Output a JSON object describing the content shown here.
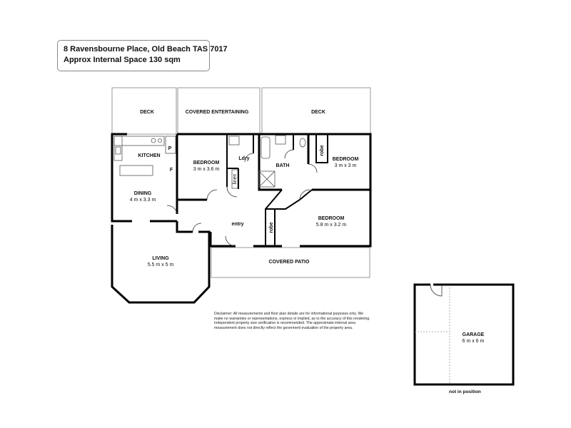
{
  "header": {
    "address": "8 Ravensbourne Place, Old Beach TAS 7017",
    "internal_space": "Approx Internal Space 130 sqm"
  },
  "rooms": {
    "deck_left": "DECK",
    "covered_entertaining": "COVERED ENTERTAINING",
    "deck_right": "DECK",
    "kitchen": "KITCHEN",
    "pantry": "P",
    "fridge": "F",
    "bedroom1": "BEDROOM",
    "bedroom1_size": "3 m x 3.6 m",
    "laundry": "Ldry",
    "linen": "linen",
    "bath": "BATH",
    "robe1": "robe",
    "bedroom2": "BEDROOM",
    "bedroom2_size": "3 m x 3 m",
    "dining": "DINING",
    "dining_size": "4 m x 3.3 m",
    "entry": "entry",
    "robe2": "robe",
    "bedroom3": "BEDROOM",
    "bedroom3_size": "5.8 m x 3.2 m",
    "living": "LIVING",
    "living_size": "5.5 m x 5 m",
    "covered_patio": "COVERED PATIO",
    "garage": "GARAGE",
    "garage_size": "6 m x 6 m"
  },
  "disclaimer": "Disclaimer: All measurements and floor plan details are for informational purposes only. We make no warranties or representations, express or implied, as to the accuracy of this rendering. Independent property size verification is recommended. The approximate internal area measurement does not directly reflect the goverment evaluation of the property area.",
  "garage_note": "not in position"
}
